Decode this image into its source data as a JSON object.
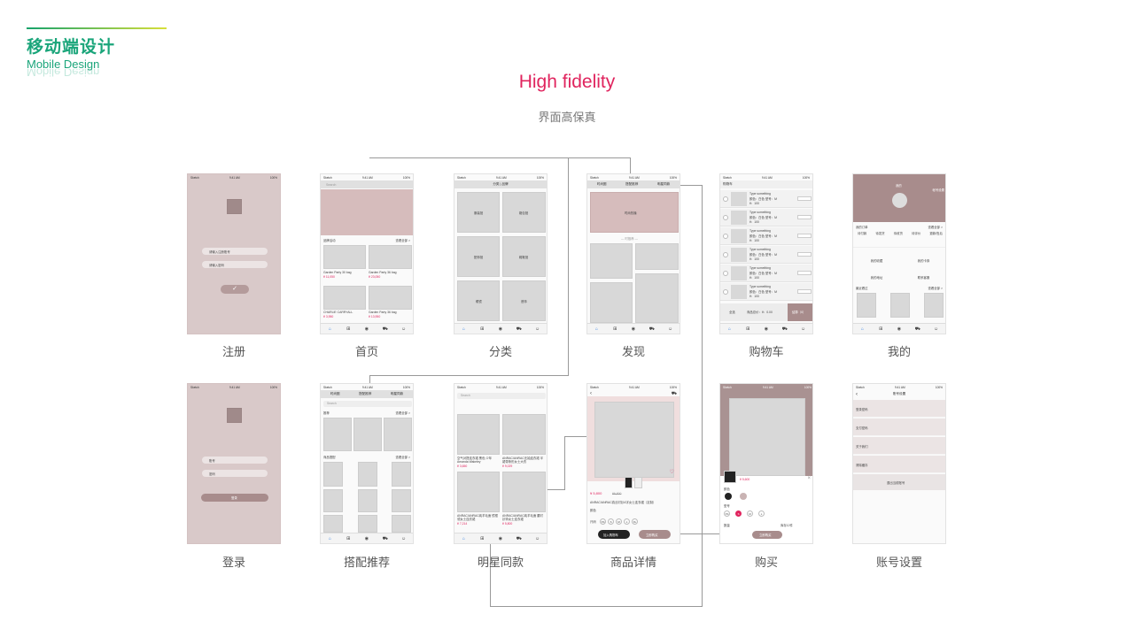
{
  "brand": {
    "cn": "移动端设计",
    "en": "Mobile Design"
  },
  "title_en": "High fidelity",
  "title_cn": "界面高保真",
  "colors": {
    "accent": "#e0245e",
    "brand": "#1aa57a",
    "mauve": "#a88c8c",
    "tab_active": "#2a7ae2"
  },
  "status": {
    "carrier": "Sketch",
    "time": "9:41 AM",
    "battery": "100%"
  },
  "tabs": [
    "首页",
    "分类",
    "发现",
    "购物车",
    "我的"
  ],
  "screens": {
    "register": {
      "label": "注册",
      "field1": "请输入注册账号",
      "field2": "请输入密码"
    },
    "home": {
      "label": "首页",
      "search": "Search",
      "section": "品牌活动",
      "more": "查看全部 >",
      "items": [
        {
          "name": "Garden Party 30 bag",
          "price": "¥ 11,050"
        },
        {
          "name": "Garden Party 36 bag",
          "price": "¥ 23,050"
        },
        {
          "name": "CHARLIE CARRYALL",
          "price": "¥ 3,950"
        },
        {
          "name": "Garden Party 36 bag",
          "price": "¥ 13,950"
        }
      ]
    },
    "category": {
      "label": "分类",
      "nav": "分类 | 品牌",
      "cats": [
        "服装馆",
        "箱包馆",
        "配饰馆",
        "鞋靴馆",
        "眼镜",
        "首饰"
      ]
    },
    "discover": {
      "label": "发现",
      "nav": [
        "时尚圈",
        "搭配推荐",
        "明星同款"
      ],
      "banner": "时尚热播",
      "section": "— 时推荐 —"
    },
    "cart": {
      "label": "购物车",
      "title": "购物车",
      "item_name": "Type something",
      "item_spec": "颜色：白色  型号：M",
      "item_price": "¥：100",
      "select_all": "全选",
      "total": "商品总价：¥：0.00",
      "checkout": "结算（0）"
    },
    "me": {
      "label": "我的",
      "title": "我的",
      "settings": "帐号设置",
      "orders": "我的订单",
      "all_orders": "查看全部 >",
      "order_icons": [
        "待付款",
        "待发货",
        "待收货",
        "待评价",
        "退款/售后"
      ],
      "services": [
        "我的收藏",
        "我的卡券",
        "我的地址",
        "联系客服"
      ],
      "recent": "最近看过",
      "more": "查看全部 >"
    },
    "login": {
      "label": "登录",
      "field1": "账号",
      "field2": "密码",
      "button": "登录"
    },
    "match": {
      "label": "搭配推荐",
      "nav": [
        "时尚圈",
        "搭配推荐",
        "明星同款"
      ],
      "search": "Search",
      "section1": "推荐",
      "section2": "商品搭配",
      "more": "查看全部 >"
    },
    "star": {
      "label": "明星同款",
      "search": "Search",
      "items": [
        {
          "name": "空气对搭连衣裙 黑色 少年 Amanda Wakeley",
          "price": "¥ 3,650"
        },
        {
          "name": "ANRAC/ANRAC无袖连衣裙 半裙带条形女士大衣",
          "price": "¥ 9,029"
        },
        {
          "name": "ANRAC/ANRAC纯羊毛面 镜框领女士连衣裙",
          "price": "¥ 7,214"
        },
        {
          "name": "ANRAC/ANRAC纯羊毛面 腰衬衫饰女士连衣裙",
          "price": "¥ 5,800"
        }
      ]
    },
    "detail": {
      "label": "商品详情",
      "price": "¥ 5,800",
      "old_price": "¥6,800",
      "desc": "ANRAC/ANRAC真丝衬衫A字女士连衣裙（定制）",
      "color": "颜色",
      "size": "尺码",
      "sizes": [
        "XS",
        "S",
        "M",
        "L",
        "XL"
      ],
      "add_cart": "加入购物车",
      "buy": "立即购买"
    },
    "buy": {
      "label": "购买",
      "price": "¥ 5,600",
      "color": "颜色",
      "size": "型号",
      "sizes": [
        "XS",
        "S",
        "M",
        "L"
      ],
      "qty": "数量",
      "stock": "库存12件",
      "confirm": "立即购买"
    },
    "account": {
      "label": "账号设置",
      "title": "账号设置",
      "rows": [
        "登录密码",
        "支付密码",
        "关于我们",
        "清除缓存"
      ],
      "logout": "退出当前账号"
    }
  }
}
